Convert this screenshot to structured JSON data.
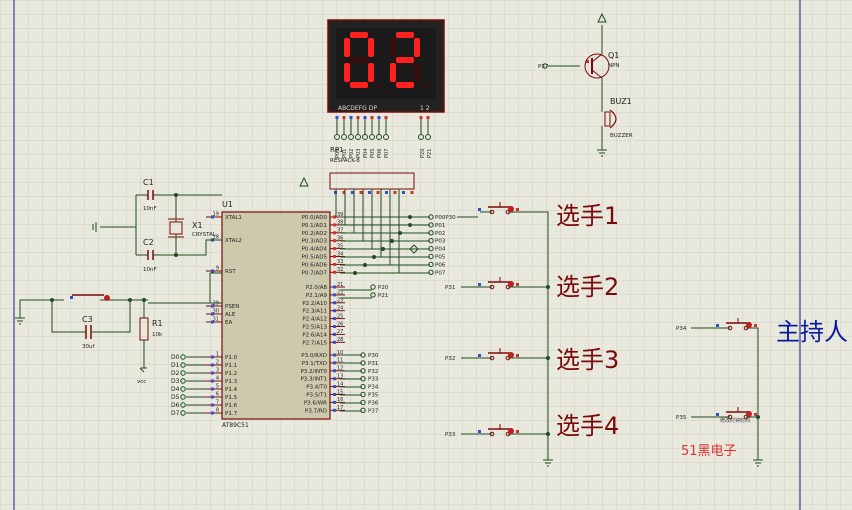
{
  "display": {
    "digits": "02",
    "segment_row": "ABCDEFG DP",
    "digit_row": "1 2"
  },
  "components": {
    "q1": {
      "ref": "Q1",
      "type": "NPN"
    },
    "buz1": {
      "ref": "BUZ1",
      "type": "BUZZER"
    },
    "rp1": {
      "ref": "RP1",
      "type": "RESPACK-8"
    },
    "u1": {
      "ref": "U1",
      "part": "AT89C51"
    },
    "x1": {
      "ref": "X1",
      "type": "CRYSTAL"
    },
    "c1": {
      "ref": "C1",
      "value": "10nF"
    },
    "c2": {
      "ref": "C2",
      "value": "10nF"
    },
    "c3": {
      "ref": "C3",
      "value": "30uf"
    },
    "r1": {
      "ref": "R1",
      "value": "10k"
    },
    "vcc": "vcc"
  },
  "mcu": {
    "left_pins": [
      {
        "num": "19",
        "name": "XTAL1"
      },
      {
        "num": "18",
        "name": "XTAL2"
      },
      {
        "num": "9",
        "name": "RST"
      },
      {
        "num": "29",
        "name": "PSEN"
      },
      {
        "num": "30",
        "name": "ALE"
      },
      {
        "num": "31",
        "name": "EA"
      },
      {
        "num": "1",
        "name": "P1.0"
      },
      {
        "num": "2",
        "name": "P1.1"
      },
      {
        "num": "3",
        "name": "P1.2"
      },
      {
        "num": "4",
        "name": "P1.3"
      },
      {
        "num": "5",
        "name": "P1.4"
      },
      {
        "num": "6",
        "name": "P1.5"
      },
      {
        "num": "7",
        "name": "P1.6"
      },
      {
        "num": "8",
        "name": "P1.7"
      }
    ],
    "right_pins": [
      {
        "num": "39",
        "name": "P0.0/AD0"
      },
      {
        "num": "38",
        "name": "P0.1/AD1"
      },
      {
        "num": "37",
        "name": "P0.2/AD2"
      },
      {
        "num": "36",
        "name": "P0.3/AD3"
      },
      {
        "num": "35",
        "name": "P0.4/AD4"
      },
      {
        "num": "34",
        "name": "P0.5/AD5"
      },
      {
        "num": "33",
        "name": "P0.6/AD6"
      },
      {
        "num": "32",
        "name": "P0.7/AD7"
      },
      {
        "num": "21",
        "name": "P2.0/A8"
      },
      {
        "num": "22",
        "name": "P2.1/A9"
      },
      {
        "num": "23",
        "name": "P2.2/A10"
      },
      {
        "num": "24",
        "name": "P2.3/A11"
      },
      {
        "num": "25",
        "name": "P2.4/A12"
      },
      {
        "num": "26",
        "name": "P2.5/A13"
      },
      {
        "num": "27",
        "name": "P2.6/A14"
      },
      {
        "num": "28",
        "name": "P2.7/A15"
      },
      {
        "num": "10",
        "name": "P3.0/RXD"
      },
      {
        "num": "11",
        "name": "P3.1/TXD"
      },
      {
        "num": "12",
        "name": "P3.2/INT0"
      },
      {
        "num": "13",
        "name": "P3.3/INT1"
      },
      {
        "num": "14",
        "name": "P3.4/T0"
      },
      {
        "num": "15",
        "name": "P3.5/T1"
      },
      {
        "num": "16",
        "name": "P3.6/WR"
      },
      {
        "num": "17",
        "name": "P3.7/RD"
      }
    ]
  },
  "net_labels": {
    "p1": [
      "D0",
      "D1",
      "D2",
      "D3",
      "D4",
      "D5",
      "D6",
      "D7"
    ],
    "p0": [
      "P00P30",
      "P01",
      "P02",
      "P03",
      "P04",
      "P05",
      "P06",
      "P07"
    ],
    "p2": [
      "P20",
      "P21"
    ],
    "p3": [
      "P30",
      "P31",
      "P32",
      "P33",
      "P34",
      "P35",
      "P36",
      "P37"
    ],
    "rp_pins": [
      "P00",
      "P01",
      "P02",
      "P03",
      "P04",
      "P05",
      "P06",
      "P07",
      "P20",
      "P21"
    ],
    "transistor_base": "P37"
  },
  "buttons": [
    {
      "net": "P31",
      "label": "选手1"
    },
    {
      "net": "P31",
      "label": "选手2"
    },
    {
      "net": "P32",
      "label": "选手3"
    },
    {
      "net": "P33",
      "label": "选手4"
    },
    {
      "net": "P34",
      "label": "主持人"
    },
    {
      "net": "P35",
      "label": ""
    }
  ],
  "watermark": "51黑电子",
  "small_mark": "修改时钟时间",
  "colors": {
    "background": "#e9e8dc",
    "grid": "#c9c8bb",
    "wire": "#1f4d1f",
    "component": "#7a0a0a",
    "display_bg": "#1a1a1a",
    "segment_on": "#ff2020",
    "segment_off": "#3a0d0d",
    "host_label": "#0a1aa0",
    "contestant_label": "#7a0a0a",
    "watermark": "#e03030"
  }
}
